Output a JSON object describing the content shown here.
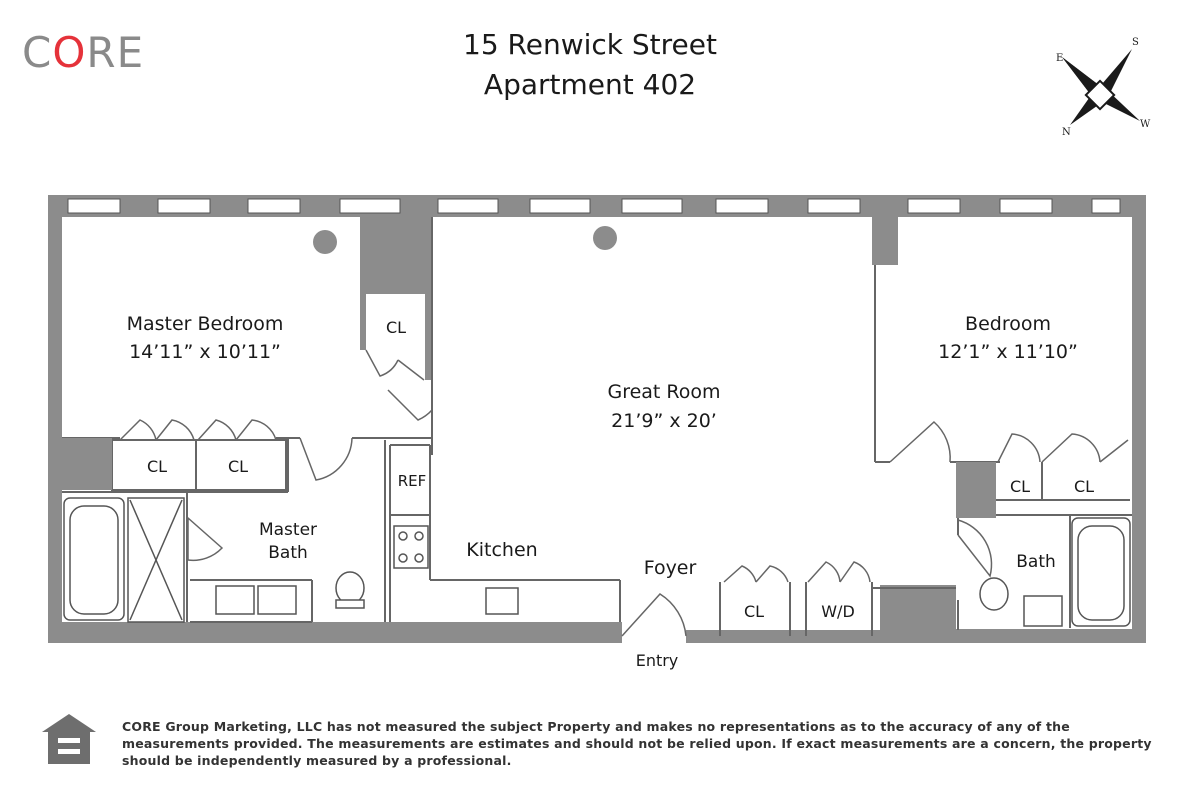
{
  "brand": {
    "logo_prefix": "C",
    "logo_o": "O",
    "logo_suffix": "RE",
    "accent": "#e5323a",
    "gray": "#8a8a8a"
  },
  "header": {
    "line1": "15 Renwick Street",
    "line2": "Apartment 402"
  },
  "compass": {
    "labels": [
      "E",
      "S",
      "N",
      "W"
    ]
  },
  "rooms": {
    "master_bedroom": {
      "name": "Master Bedroom",
      "dims": "14’11” x 10’11”"
    },
    "bedroom": {
      "name": "Bedroom",
      "dims": "12’1” x 11’10”"
    },
    "great_room": {
      "name": "Great Room",
      "dims": "21’9” x 20’"
    },
    "master_bath": {
      "line1": "Master",
      "line2": "Bath"
    },
    "kitchen": "Kitchen",
    "foyer": "Foyer",
    "entry": "Entry",
    "bath": "Bath",
    "ref": "REF",
    "wd": "W/D",
    "closet": "CL"
  },
  "disclaimer": "CORE Group Marketing, LLC has not measured the subject Property and makes no representations as to the accuracy of any of the measurements provided. The measurements are estimates and should not be relied upon. If exact measurements are a concern, the property should be independently measured by a professional.",
  "colors": {
    "wall": "#8c8c8c",
    "wall_light": "#9a9a9a",
    "line": "#555555"
  }
}
